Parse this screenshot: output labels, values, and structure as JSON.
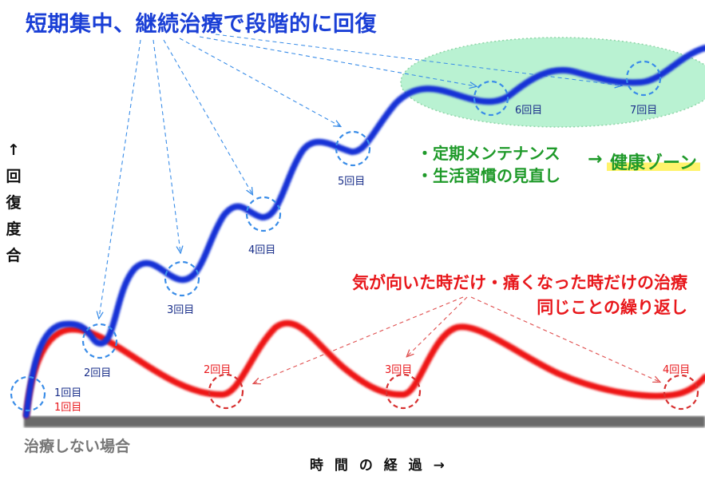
{
  "title": "短期集中、継続治療で段階的に回復",
  "y_axis_label": [
    "↑",
    "回",
    "復",
    "度",
    "合"
  ],
  "x_axis_label": "時 間 の 経 過 →",
  "no_treatment_label": "治療しない場合",
  "red_note": {
    "line1": "気が向いた時だけ・痛くなった時だけの治療",
    "line2": "同じことの繰り返し"
  },
  "green_note": {
    "line1": "・定期メンテナンス",
    "line2": "・生活習慣の見直し",
    "arrow": "→",
    "zone": "健康ゾーン"
  },
  "blue_visits": [
    "1回目",
    "2回目",
    "3回目",
    "4回目",
    "5回目",
    "6回目",
    "7回目"
  ],
  "red_visits": [
    "1回目",
    "2回目",
    "3回目",
    "4回目"
  ],
  "colors": {
    "blue_curve": "#1433d6",
    "red_curve": "#ee1414",
    "circle_blue": "#3a8de8",
    "circle_red": "#d73030",
    "green_zone": "#b9f2d2",
    "baseline": "#6b6b6b"
  }
}
